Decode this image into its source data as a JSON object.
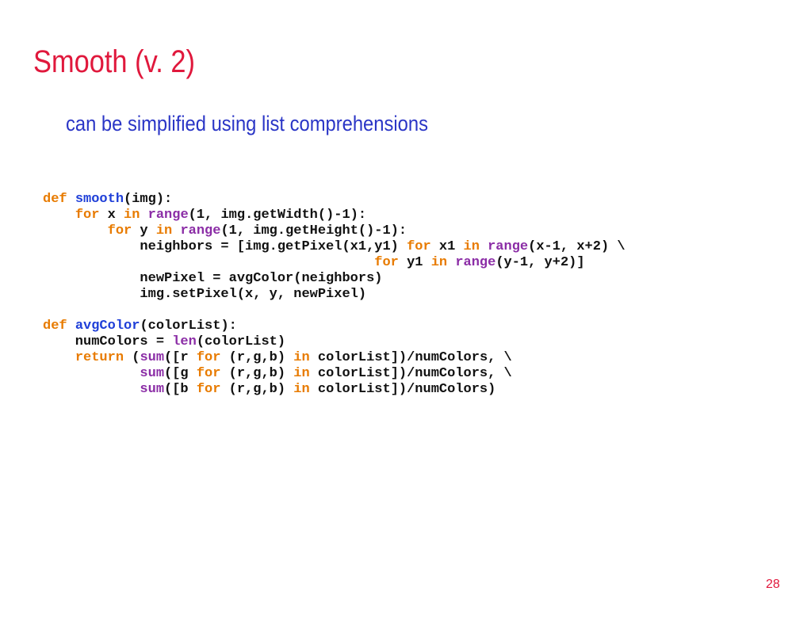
{
  "slide": {
    "title": "Smooth (v. 2)",
    "subtitle": "can be simplified using list comprehensions",
    "page_number": "28"
  },
  "colors": {
    "title": "#e0183c",
    "subtitle": "#2a35c6",
    "page_number": "#e0183c",
    "keyword": "#e87b00",
    "function_name": "#1f3fd8",
    "builtin": "#8b2da6",
    "text": "#111111"
  },
  "code": {
    "lines": [
      [
        {
          "t": "def",
          "k": "kw"
        },
        {
          "t": " ",
          "k": "tx"
        },
        {
          "t": "smooth",
          "k": "fn"
        },
        {
          "t": "(img):",
          "k": "tx"
        }
      ],
      [
        {
          "t": "    ",
          "k": "tx"
        },
        {
          "t": "for",
          "k": "kw"
        },
        {
          "t": " x ",
          "k": "tx"
        },
        {
          "t": "in",
          "k": "kw"
        },
        {
          "t": " ",
          "k": "tx"
        },
        {
          "t": "range",
          "k": "bi"
        },
        {
          "t": "(1, img.getWidth()-1):",
          "k": "tx"
        }
      ],
      [
        {
          "t": "        ",
          "k": "tx"
        },
        {
          "t": "for",
          "k": "kw"
        },
        {
          "t": " y ",
          "k": "tx"
        },
        {
          "t": "in",
          "k": "kw"
        },
        {
          "t": " ",
          "k": "tx"
        },
        {
          "t": "range",
          "k": "bi"
        },
        {
          "t": "(1, img.getHeight()-1):",
          "k": "tx"
        }
      ],
      [
        {
          "t": "            neighbors = [img.getPixel(x1,y1) ",
          "k": "tx"
        },
        {
          "t": "for",
          "k": "kw"
        },
        {
          "t": " x1 ",
          "k": "tx"
        },
        {
          "t": "in",
          "k": "kw"
        },
        {
          "t": " ",
          "k": "tx"
        },
        {
          "t": "range",
          "k": "bi"
        },
        {
          "t": "(x-1, x+2) \\",
          "k": "tx"
        }
      ],
      [
        {
          "t": "                                         ",
          "k": "tx"
        },
        {
          "t": "for",
          "k": "kw"
        },
        {
          "t": " y1 ",
          "k": "tx"
        },
        {
          "t": "in",
          "k": "kw"
        },
        {
          "t": " ",
          "k": "tx"
        },
        {
          "t": "range",
          "k": "bi"
        },
        {
          "t": "(y-1, y+2)]",
          "k": "tx"
        }
      ],
      [
        {
          "t": "            newPixel = avgColor(neighbors)",
          "k": "tx"
        }
      ],
      [
        {
          "t": "            img.setPixel(x, y, newPixel)",
          "k": "tx"
        }
      ],
      [
        {
          "t": "",
          "k": "tx"
        }
      ],
      [
        {
          "t": "def",
          "k": "kw"
        },
        {
          "t": " ",
          "k": "tx"
        },
        {
          "t": "avgColor",
          "k": "fn"
        },
        {
          "t": "(colorList):",
          "k": "tx"
        }
      ],
      [
        {
          "t": "    numColors = ",
          "k": "tx"
        },
        {
          "t": "len",
          "k": "bi"
        },
        {
          "t": "(colorList)",
          "k": "tx"
        }
      ],
      [
        {
          "t": "    ",
          "k": "tx"
        },
        {
          "t": "return",
          "k": "kw"
        },
        {
          "t": " (",
          "k": "tx"
        },
        {
          "t": "sum",
          "k": "bi"
        },
        {
          "t": "([r ",
          "k": "tx"
        },
        {
          "t": "for",
          "k": "kw"
        },
        {
          "t": " (r,g,b) ",
          "k": "tx"
        },
        {
          "t": "in",
          "k": "kw"
        },
        {
          "t": " colorList])/numColors, \\",
          "k": "tx"
        }
      ],
      [
        {
          "t": "            ",
          "k": "tx"
        },
        {
          "t": "sum",
          "k": "bi"
        },
        {
          "t": "([g ",
          "k": "tx"
        },
        {
          "t": "for",
          "k": "kw"
        },
        {
          "t": " (r,g,b) ",
          "k": "tx"
        },
        {
          "t": "in",
          "k": "kw"
        },
        {
          "t": " colorList])/numColors, \\",
          "k": "tx"
        }
      ],
      [
        {
          "t": "            ",
          "k": "tx"
        },
        {
          "t": "sum",
          "k": "bi"
        },
        {
          "t": "([b ",
          "k": "tx"
        },
        {
          "t": "for",
          "k": "kw"
        },
        {
          "t": " (r,g,b) ",
          "k": "tx"
        },
        {
          "t": "in",
          "k": "kw"
        },
        {
          "t": " colorList])/numColors)",
          "k": "tx"
        }
      ]
    ]
  }
}
